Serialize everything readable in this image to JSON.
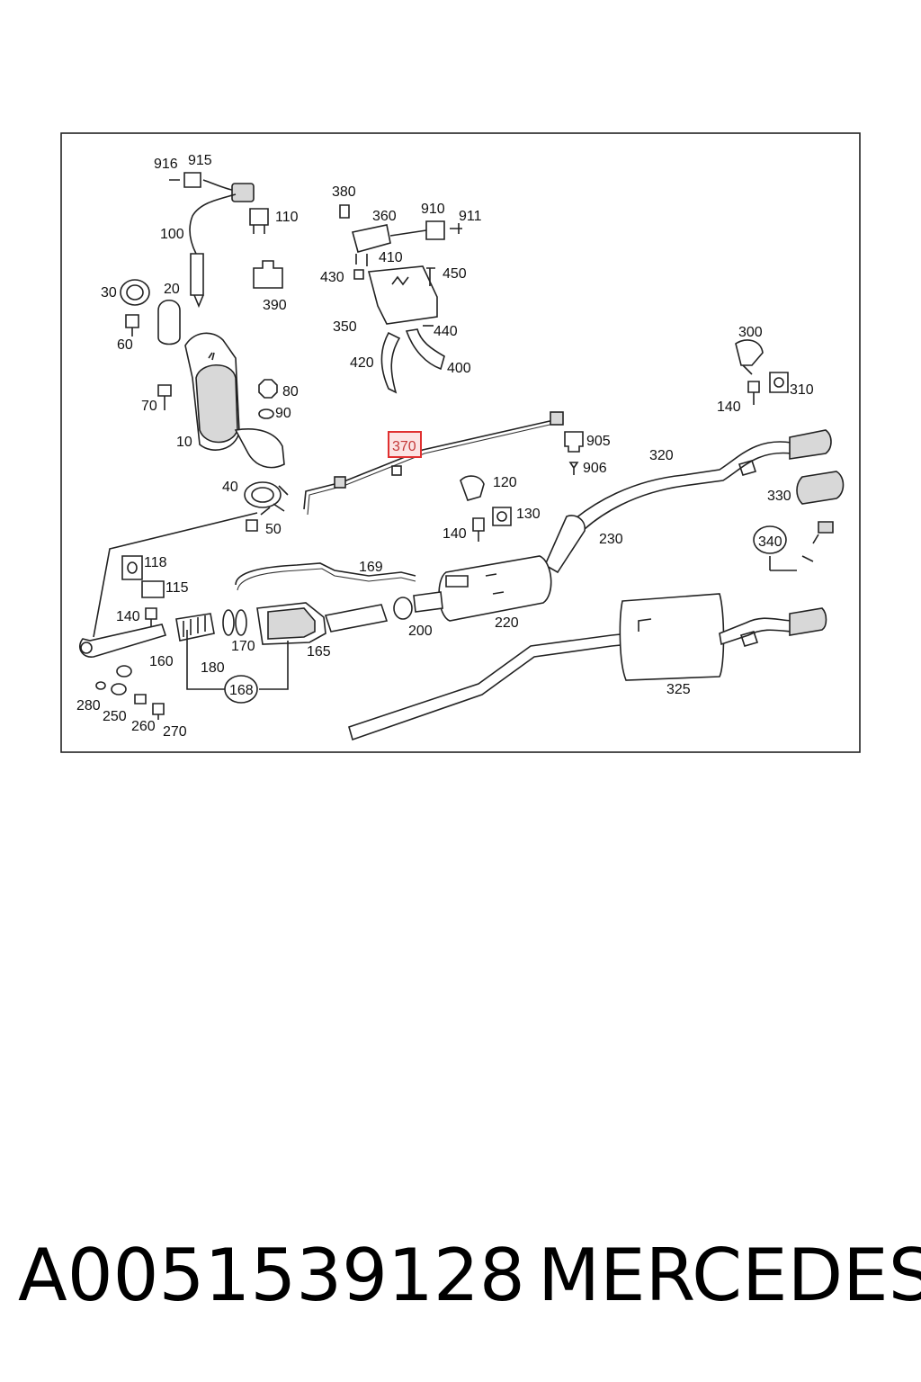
{
  "diagram": {
    "highlighted_callout": "370",
    "highlight_color": "#e03030",
    "callouts": {
      "c916": "916",
      "c915": "915",
      "c110": "110",
      "c100": "100",
      "c30": "30",
      "c20": "20",
      "c60": "60",
      "c390": "390",
      "c70": "70",
      "c80": "80",
      "c90": "90",
      "c10": "10",
      "c380": "380",
      "c360": "360",
      "c910": "910",
      "c911": "911",
      "c430": "430",
      "c410": "410",
      "c450": "450",
      "c350": "350",
      "c440": "440",
      "c420": "420",
      "c400": "400",
      "c300": "300",
      "c310": "310",
      "c140a": "140",
      "c905": "905",
      "c906": "906",
      "c320": "320",
      "c330": "330",
      "c120": "120",
      "c130": "130",
      "c140b": "140",
      "c230": "230",
      "c40": "40",
      "c50": "50",
      "c340": "340",
      "c118": "118",
      "c115": "115",
      "c169": "169",
      "c140c": "140",
      "c170": "170",
      "c165": "165",
      "c200": "200",
      "c220": "220",
      "c160": "160",
      "c180": "180",
      "c168": "168",
      "c280": "280",
      "c250": "250",
      "c260": "260",
      "c270": "270",
      "c325": "325"
    }
  },
  "footer": {
    "part_number": "A0051539128",
    "brand": "MERCEDES"
  }
}
